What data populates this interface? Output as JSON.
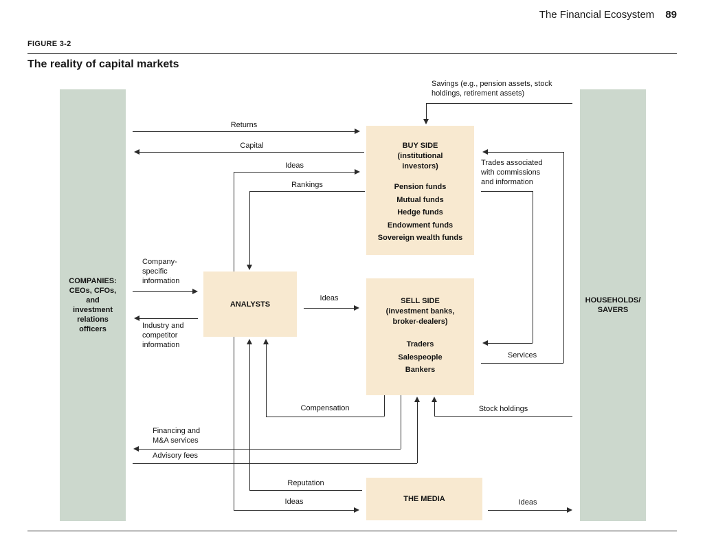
{
  "page": {
    "header_title": "The Financial Ecosystem",
    "page_number": "89",
    "figure_label": "FIGURE 3-2",
    "figure_title": "The reality of capital markets"
  },
  "colors": {
    "participant_box": "#ccd8cd",
    "intermediary_box": "#f8e9d0",
    "line": "#2b2b2b"
  },
  "boxes": {
    "companies": {
      "lines": [
        "COMPANIES:",
        "CEOs, CFOs,",
        "and",
        "investment",
        "relations",
        "officers"
      ]
    },
    "households": {
      "lines": [
        "HOUSEHOLDS/",
        "SAVERS"
      ]
    },
    "buy_side": {
      "title_lines": [
        "BUY SIDE",
        "(institutional",
        "investors)"
      ],
      "items": [
        "Pension funds",
        "Mutual funds",
        "Hedge funds",
        "Endowment funds",
        "Sovereign wealth funds"
      ]
    },
    "sell_side": {
      "title_lines": [
        "SELL SIDE",
        "(investment banks,",
        "broker-dealers)"
      ],
      "items": [
        "Traders",
        "Salespeople",
        "Bankers"
      ]
    },
    "analysts": {
      "title": "ANALYSTS"
    },
    "media": {
      "title": "THE MEDIA"
    }
  },
  "flows": {
    "savings": {
      "label_lines": [
        "Savings (e.g., pension assets, stock",
        "holdings, retirement assets)"
      ],
      "from": "households",
      "to": "buy_side"
    },
    "returns": {
      "label": "Returns",
      "from": "companies",
      "to": "buy_side"
    },
    "capital": {
      "label": "Capital",
      "from": "buy_side",
      "to": "companies"
    },
    "ideas_analysts_to_buyside": {
      "label": "Ideas",
      "from": "analysts",
      "to": "buy_side"
    },
    "rankings": {
      "label": "Rankings",
      "from": "buy_side",
      "to": "analysts"
    },
    "company_specific": {
      "label_lines": [
        "Company-",
        "specific",
        "information"
      ],
      "from": "companies",
      "to": "analysts"
    },
    "industry_competitor": {
      "label_lines": [
        "Industry and",
        "competitor",
        "information"
      ],
      "from": "analysts",
      "to": "companies"
    },
    "ideas_analysts_to_sellside": {
      "label": "Ideas",
      "from": "analysts",
      "to": "sell_side"
    },
    "trades": {
      "label_lines": [
        "Trades associated",
        "with commissions",
        "and information"
      ],
      "from": "buy_side",
      "to": "sell_side"
    },
    "services": {
      "label": "Services",
      "from": "sell_side",
      "to": "buy_side"
    },
    "stock_holdings": {
      "label": "Stock holdings",
      "from": "households",
      "to": "sell_side"
    },
    "compensation": {
      "label": "Compensation",
      "from": "sell_side",
      "to": "analysts"
    },
    "financing": {
      "label_lines": [
        "Financing and",
        "M&A services"
      ],
      "from": "sell_side",
      "to": "companies"
    },
    "advisory_fees": {
      "label": "Advisory fees",
      "from": "companies",
      "to": "sell_side"
    },
    "reputation": {
      "label": "Reputation",
      "from": "media",
      "to": "analysts"
    },
    "ideas_analysts_to_media": {
      "label": "Ideas",
      "from": "analysts",
      "to": "media"
    },
    "ideas_media_to_households": {
      "label": "Ideas",
      "from": "media",
      "to": "households"
    }
  }
}
